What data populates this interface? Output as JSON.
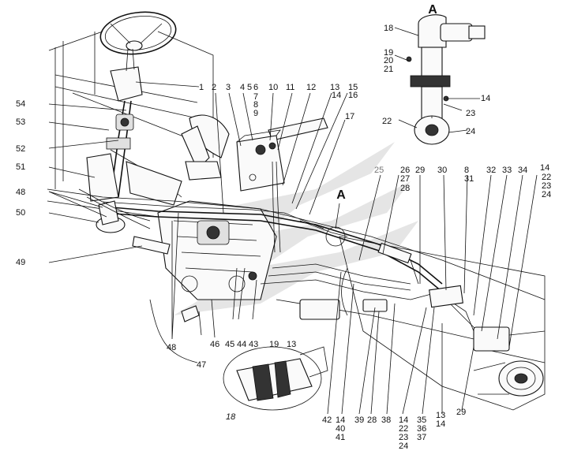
{
  "view_letter": "A",
  "detail_view_a_labels": [
    "18",
    "19",
    "20",
    "21",
    "14",
    "23",
    "22",
    "24"
  ],
  "main_callouts_top": [
    "1",
    "2",
    "3",
    "4",
    "5",
    "6",
    "7",
    "8",
    "9",
    "10",
    "11",
    "12",
    "13",
    "14",
    "15",
    "16",
    "17"
  ],
  "main_callouts_left": [
    "54",
    "53",
    "52",
    "51",
    "48",
    "50",
    "49"
  ],
  "main_callouts_right": [
    "25",
    "26",
    "27",
    "28",
    "29",
    "30",
    "8",
    "31",
    "32",
    "33",
    "34",
    "14",
    "22",
    "23",
    "24"
  ],
  "main_callouts_bottom": [
    "48",
    "47",
    "46",
    "45",
    "44",
    "43",
    "19",
    "13",
    "18",
    "42",
    "14",
    "40",
    "41",
    "39",
    "28",
    "38",
    "14",
    "22",
    "23",
    "24",
    "35",
    "36",
    "37",
    "13",
    "14",
    "29"
  ],
  "section_mark_a": "A"
}
